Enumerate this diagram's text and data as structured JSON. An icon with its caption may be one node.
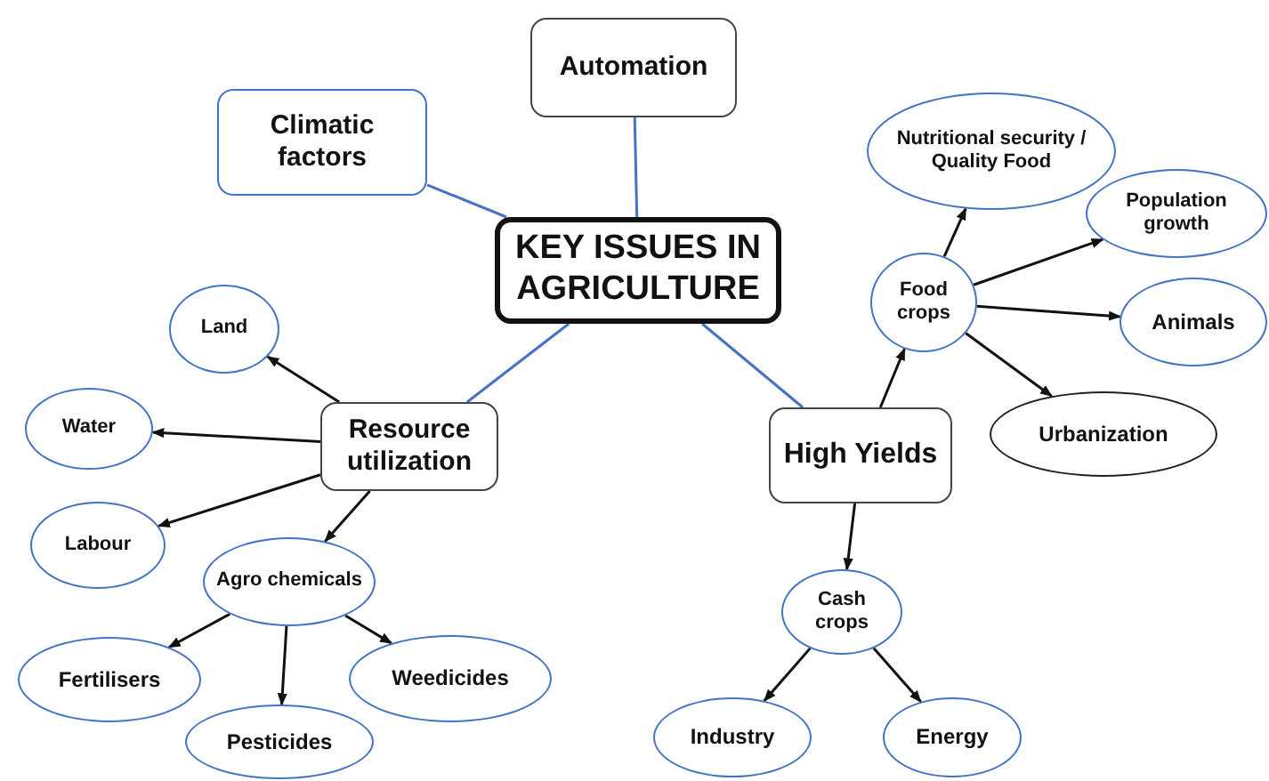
{
  "diagram": {
    "nodes": [
      {
        "text": [
          "Automation"
        ]
      },
      {
        "text": [
          "Climatic factors"
        ]
      },
      {
        "text": [
          "KEY ISSUES IN AGRICULTURE"
        ]
      },
      {
        "text": [
          "Nutritional security / Quality Food"
        ]
      },
      {
        "text": [
          "Population growth"
        ]
      },
      {
        "text": [
          "Food crops"
        ]
      },
      {
        "text": [
          "Land"
        ]
      },
      {
        "text": [
          "Animals"
        ]
      },
      {
        "text": [
          "Water"
        ]
      },
      {
        "text": [
          "Resource utilization"
        ]
      },
      {
        "text": [
          "Urbanization"
        ]
      },
      {
        "text": [
          "High Yields"
        ]
      },
      {
        "text": [
          "Labour"
        ]
      },
      {
        "text": [
          "Agro chemicals"
        ]
      },
      {
        "text": [
          "Fertilisers"
        ]
      },
      {
        "text": [
          "Weedicides"
        ]
      },
      {
        "text": [
          "Cash crops"
        ]
      },
      {
        "text": [
          "Pesticides"
        ]
      },
      {
        "text": [
          "Industry"
        ]
      },
      {
        "text": [
          "Energy"
        ]
      }
    ],
    "edges": [
      {
        "from": 2,
        "to": 0,
        "arrow": "none",
        "color": "#4472c4"
      },
      {
        "from": 2,
        "to": 1,
        "arrow": "none",
        "color": "#4472c4"
      },
      {
        "from": 2,
        "to": 9,
        "arrow": "none",
        "color": "#4472c4"
      },
      {
        "from": 2,
        "to": 11,
        "arrow": "none",
        "color": "#4472c4"
      },
      {
        "from": 11,
        "to": 5,
        "arrow": "to"
      },
      {
        "from": 5,
        "to": 3,
        "arrow": "to"
      },
      {
        "from": 5,
        "to": 4,
        "arrow": "to"
      },
      {
        "from": 5,
        "to": 7,
        "arrow": "to"
      },
      {
        "from": 5,
        "to": 10,
        "arrow": "to"
      },
      {
        "from": 9,
        "to": 6,
        "arrow": "to"
      },
      {
        "from": 9,
        "to": 8,
        "arrow": "to"
      },
      {
        "from": 9,
        "to": 12,
        "arrow": "to"
      },
      {
        "from": 9,
        "to": 13,
        "arrow": "to"
      },
      {
        "from": 13,
        "to": 14,
        "arrow": "to"
      },
      {
        "from": 13,
        "to": 17,
        "arrow": "to"
      },
      {
        "from": 13,
        "to": 15,
        "arrow": "to"
      },
      {
        "from": 11,
        "to": 16,
        "arrow": "to"
      },
      {
        "from": 16,
        "to": 18,
        "arrow": "to"
      },
      {
        "from": 16,
        "to": 19,
        "arrow": "to"
      }
    ]
  }
}
